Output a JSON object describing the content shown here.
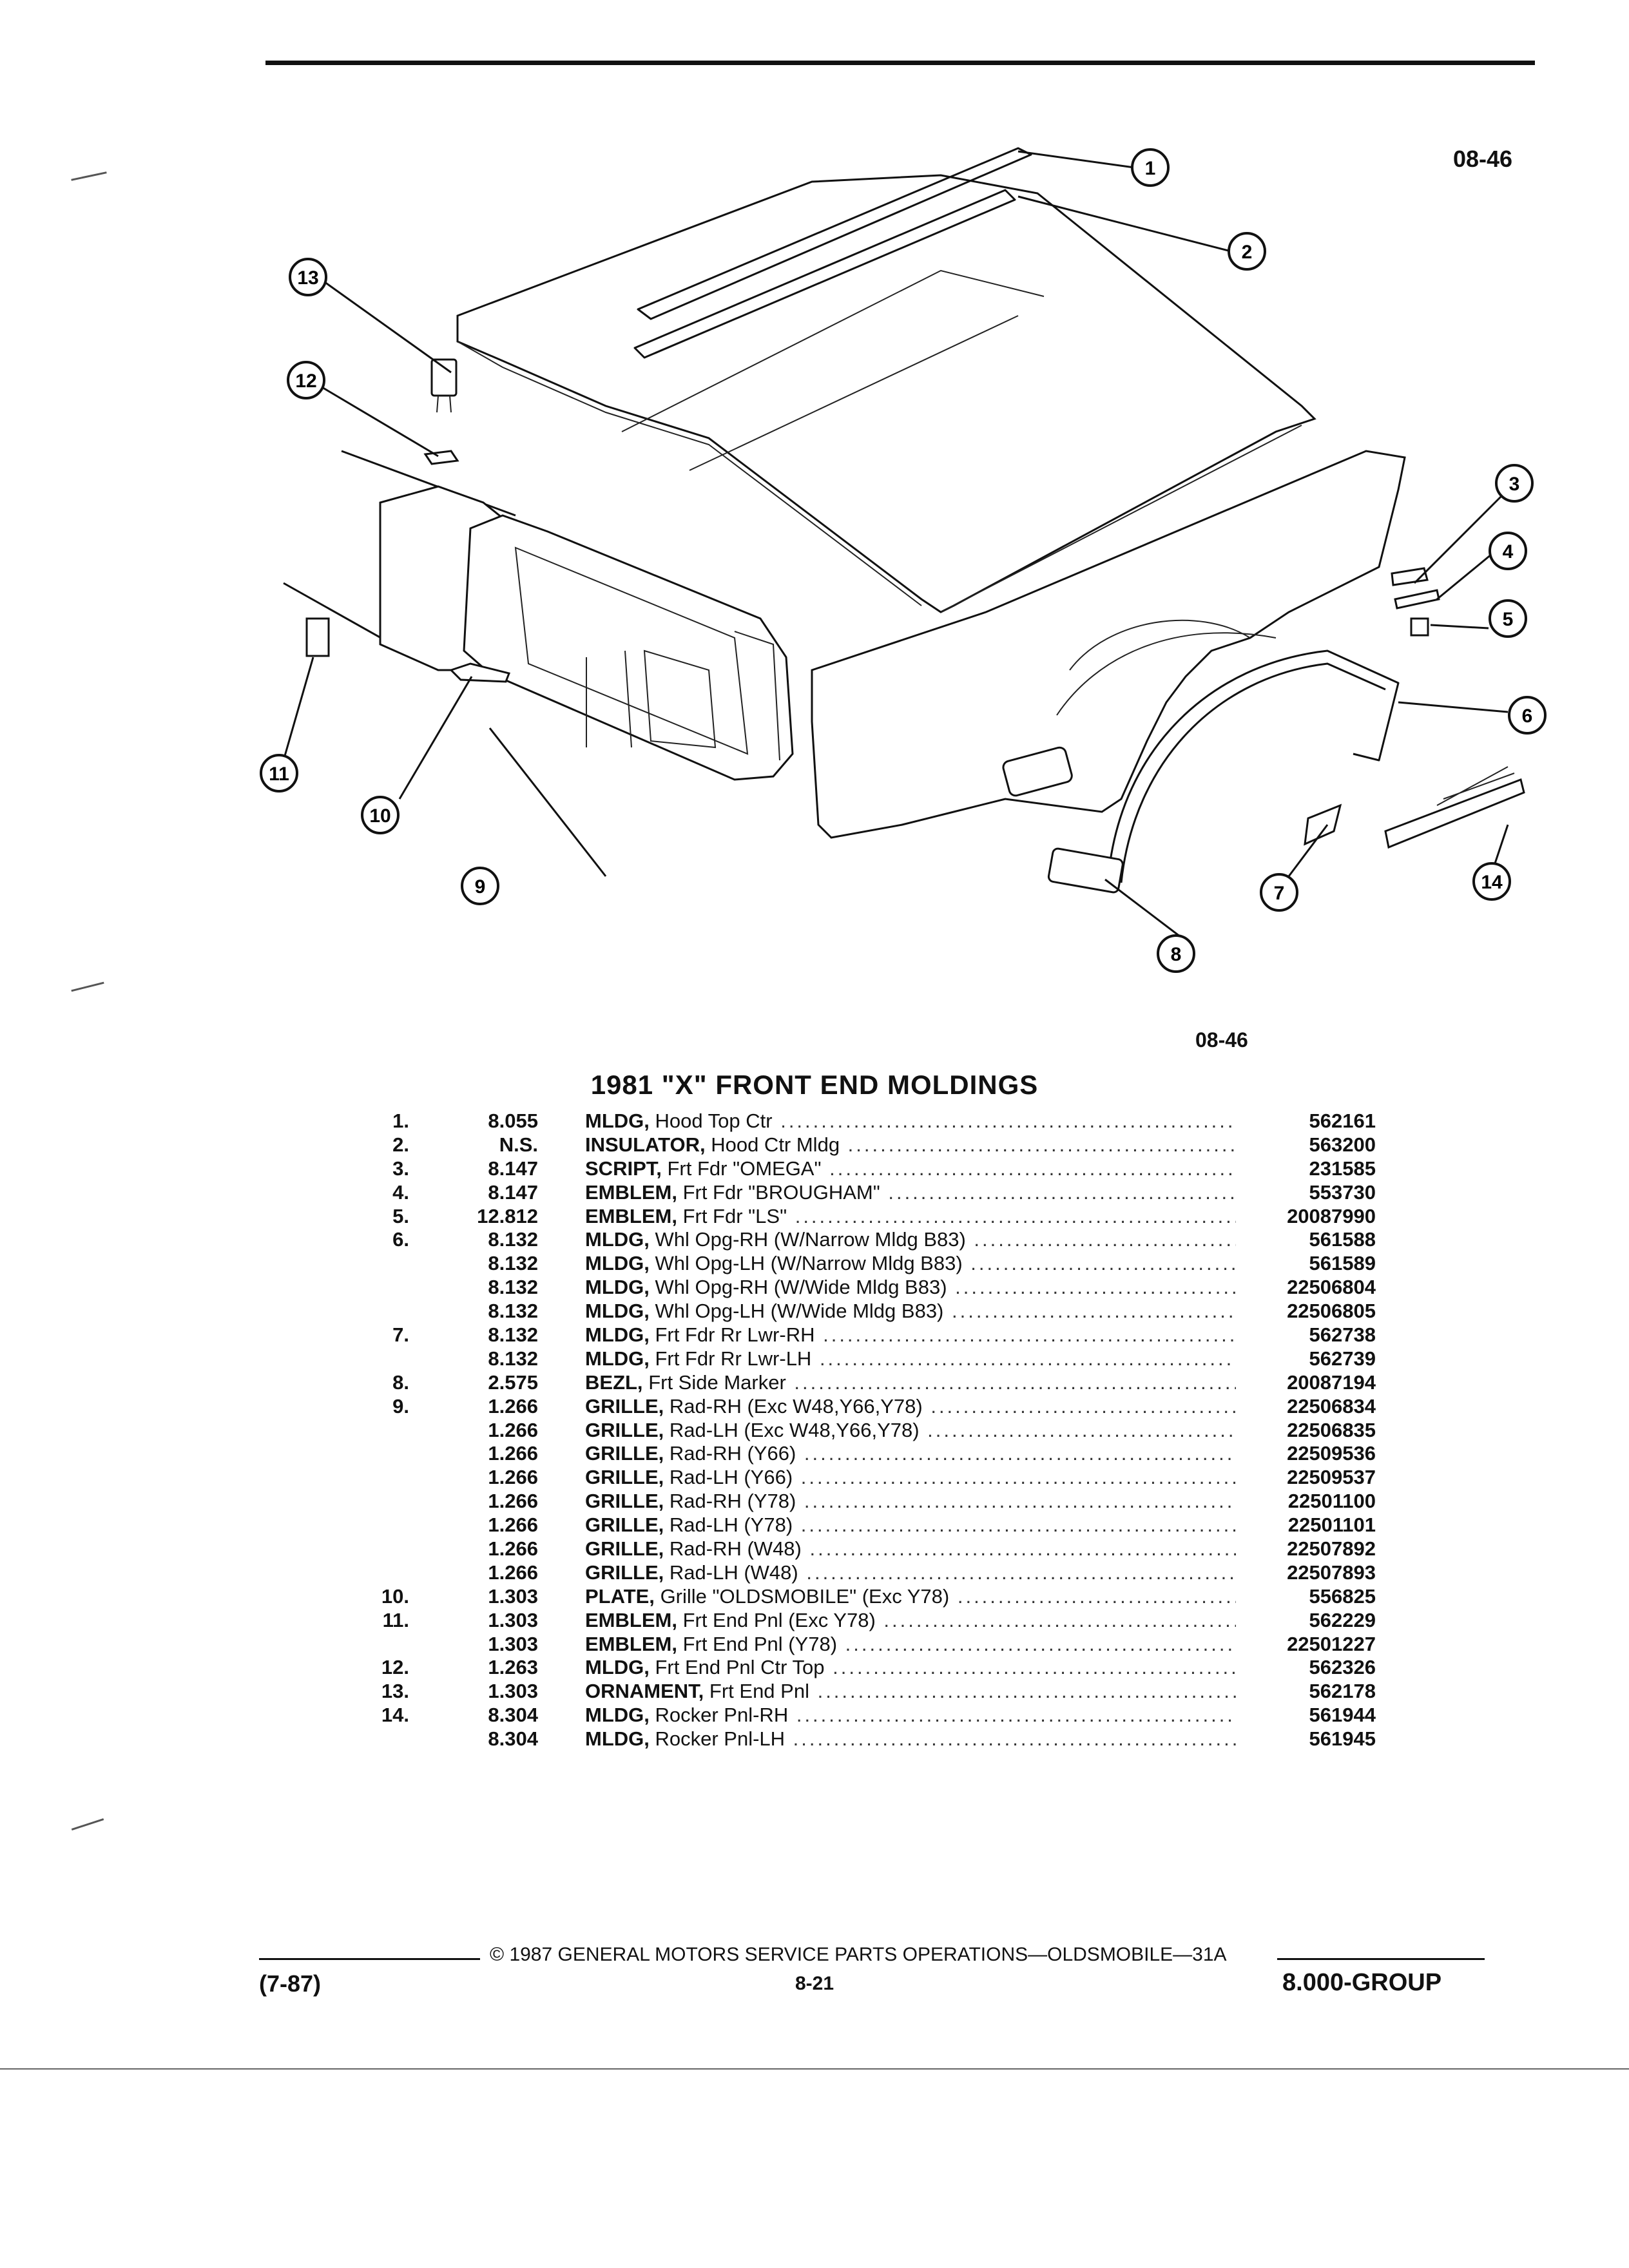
{
  "figure_code": "08-46",
  "title": "1981 \"X\" FRONT END MOLDINGS",
  "callouts": [
    "1",
    "2",
    "3",
    "4",
    "5",
    "6",
    "7",
    "8",
    "9",
    "10",
    "11",
    "12",
    "13",
    "14"
  ],
  "rows": [
    {
      "num": "1.",
      "grp": "8.055",
      "name": "MLDG,",
      "desc": "Hood Top Ctr",
      "pn": "562161"
    },
    {
      "num": "2.",
      "grp": "N.S.",
      "name": "INSULATOR,",
      "desc": "Hood Ctr Mldg",
      "pn": "563200"
    },
    {
      "num": "3.",
      "grp": "8.147",
      "name": "SCRIPT,",
      "desc": "Frt Fdr \"OMEGA\"",
      "pn": "231585"
    },
    {
      "num": "4.",
      "grp": "8.147",
      "name": "EMBLEM,",
      "desc": "Frt Fdr \"BROUGHAM\"",
      "pn": "553730"
    },
    {
      "num": "5.",
      "grp": "12.812",
      "name": "EMBLEM,",
      "desc": "Frt Fdr \"LS\"",
      "pn": "20087990"
    },
    {
      "num": "6.",
      "grp": "8.132",
      "name": "MLDG,",
      "desc": "Whl Opg-RH (W/Narrow Mldg B83)",
      "pn": "561588"
    },
    {
      "num": "",
      "grp": "8.132",
      "name": "MLDG,",
      "desc": "Whl Opg-LH (W/Narrow Mldg B83)",
      "pn": "561589"
    },
    {
      "num": "",
      "grp": "8.132",
      "name": "MLDG,",
      "desc": "Whl Opg-RH (W/Wide Mldg B83)",
      "pn": "22506804"
    },
    {
      "num": "",
      "grp": "8.132",
      "name": "MLDG,",
      "desc": "Whl Opg-LH (W/Wide Mldg B83)",
      "pn": "22506805"
    },
    {
      "num": "7.",
      "grp": "8.132",
      "name": "MLDG,",
      "desc": "Frt Fdr Rr Lwr-RH",
      "pn": "562738"
    },
    {
      "num": "",
      "grp": "8.132",
      "name": "MLDG,",
      "desc": "Frt Fdr Rr Lwr-LH",
      "pn": "562739"
    },
    {
      "num": "8.",
      "grp": "2.575",
      "name": "BEZL,",
      "desc": "Frt Side Marker",
      "pn": "20087194"
    },
    {
      "num": "9.",
      "grp": "1.266",
      "name": "GRILLE,",
      "desc": "Rad-RH (Exc W48,Y66,Y78)",
      "pn": "22506834"
    },
    {
      "num": "",
      "grp": "1.266",
      "name": "GRILLE,",
      "desc": "Rad-LH (Exc W48,Y66,Y78)",
      "pn": "22506835"
    },
    {
      "num": "",
      "grp": "1.266",
      "name": "GRILLE,",
      "desc": "Rad-RH (Y66)",
      "pn": "22509536"
    },
    {
      "num": "",
      "grp": "1.266",
      "name": "GRILLE,",
      "desc": "Rad-LH (Y66)",
      "pn": "22509537"
    },
    {
      "num": "",
      "grp": "1.266",
      "name": "GRILLE,",
      "desc": "Rad-RH (Y78)",
      "pn": "22501100"
    },
    {
      "num": "",
      "grp": "1.266",
      "name": "GRILLE,",
      "desc": "Rad-LH (Y78)",
      "pn": "22501101"
    },
    {
      "num": "",
      "grp": "1.266",
      "name": "GRILLE,",
      "desc": "Rad-RH (W48)",
      "pn": "22507892"
    },
    {
      "num": "",
      "grp": "1.266",
      "name": "GRILLE,",
      "desc": "Rad-LH (W48)",
      "pn": "22507893"
    },
    {
      "num": "10.",
      "grp": "1.303",
      "name": "PLATE,",
      "desc": "Grille \"OLDSMOBILE\" (Exc Y78)",
      "pn": "556825"
    },
    {
      "num": "11.",
      "grp": "1.303",
      "name": "EMBLEM,",
      "desc": "Frt End Pnl (Exc Y78)",
      "pn": "562229"
    },
    {
      "num": "",
      "grp": "1.303",
      "name": "EMBLEM,",
      "desc": "Frt End Pnl (Y78)",
      "pn": "22501227"
    },
    {
      "num": "12.",
      "grp": "1.263",
      "name": "MLDG,",
      "desc": "Frt End Pnl Ctr Top",
      "pn": "562326"
    },
    {
      "num": "13.",
      "grp": "1.303",
      "name": "ORNAMENT,",
      "desc": "Frt End Pnl",
      "pn": "562178"
    },
    {
      "num": "14.",
      "grp": "8.304",
      "name": "MLDG,",
      "desc": "Rocker Pnl-RH",
      "pn": "561944"
    },
    {
      "num": "",
      "grp": "8.304",
      "name": "MLDG,",
      "desc": "Rocker Pnl-LH",
      "pn": "561945"
    }
  ],
  "footer": {
    "copyright": "© 1987 GENERAL MOTORS SERVICE PARTS OPERATIONS—OLDSMOBILE—31A",
    "date": "(7-87)",
    "page": "8-21",
    "group": "8.000-GROUP"
  }
}
